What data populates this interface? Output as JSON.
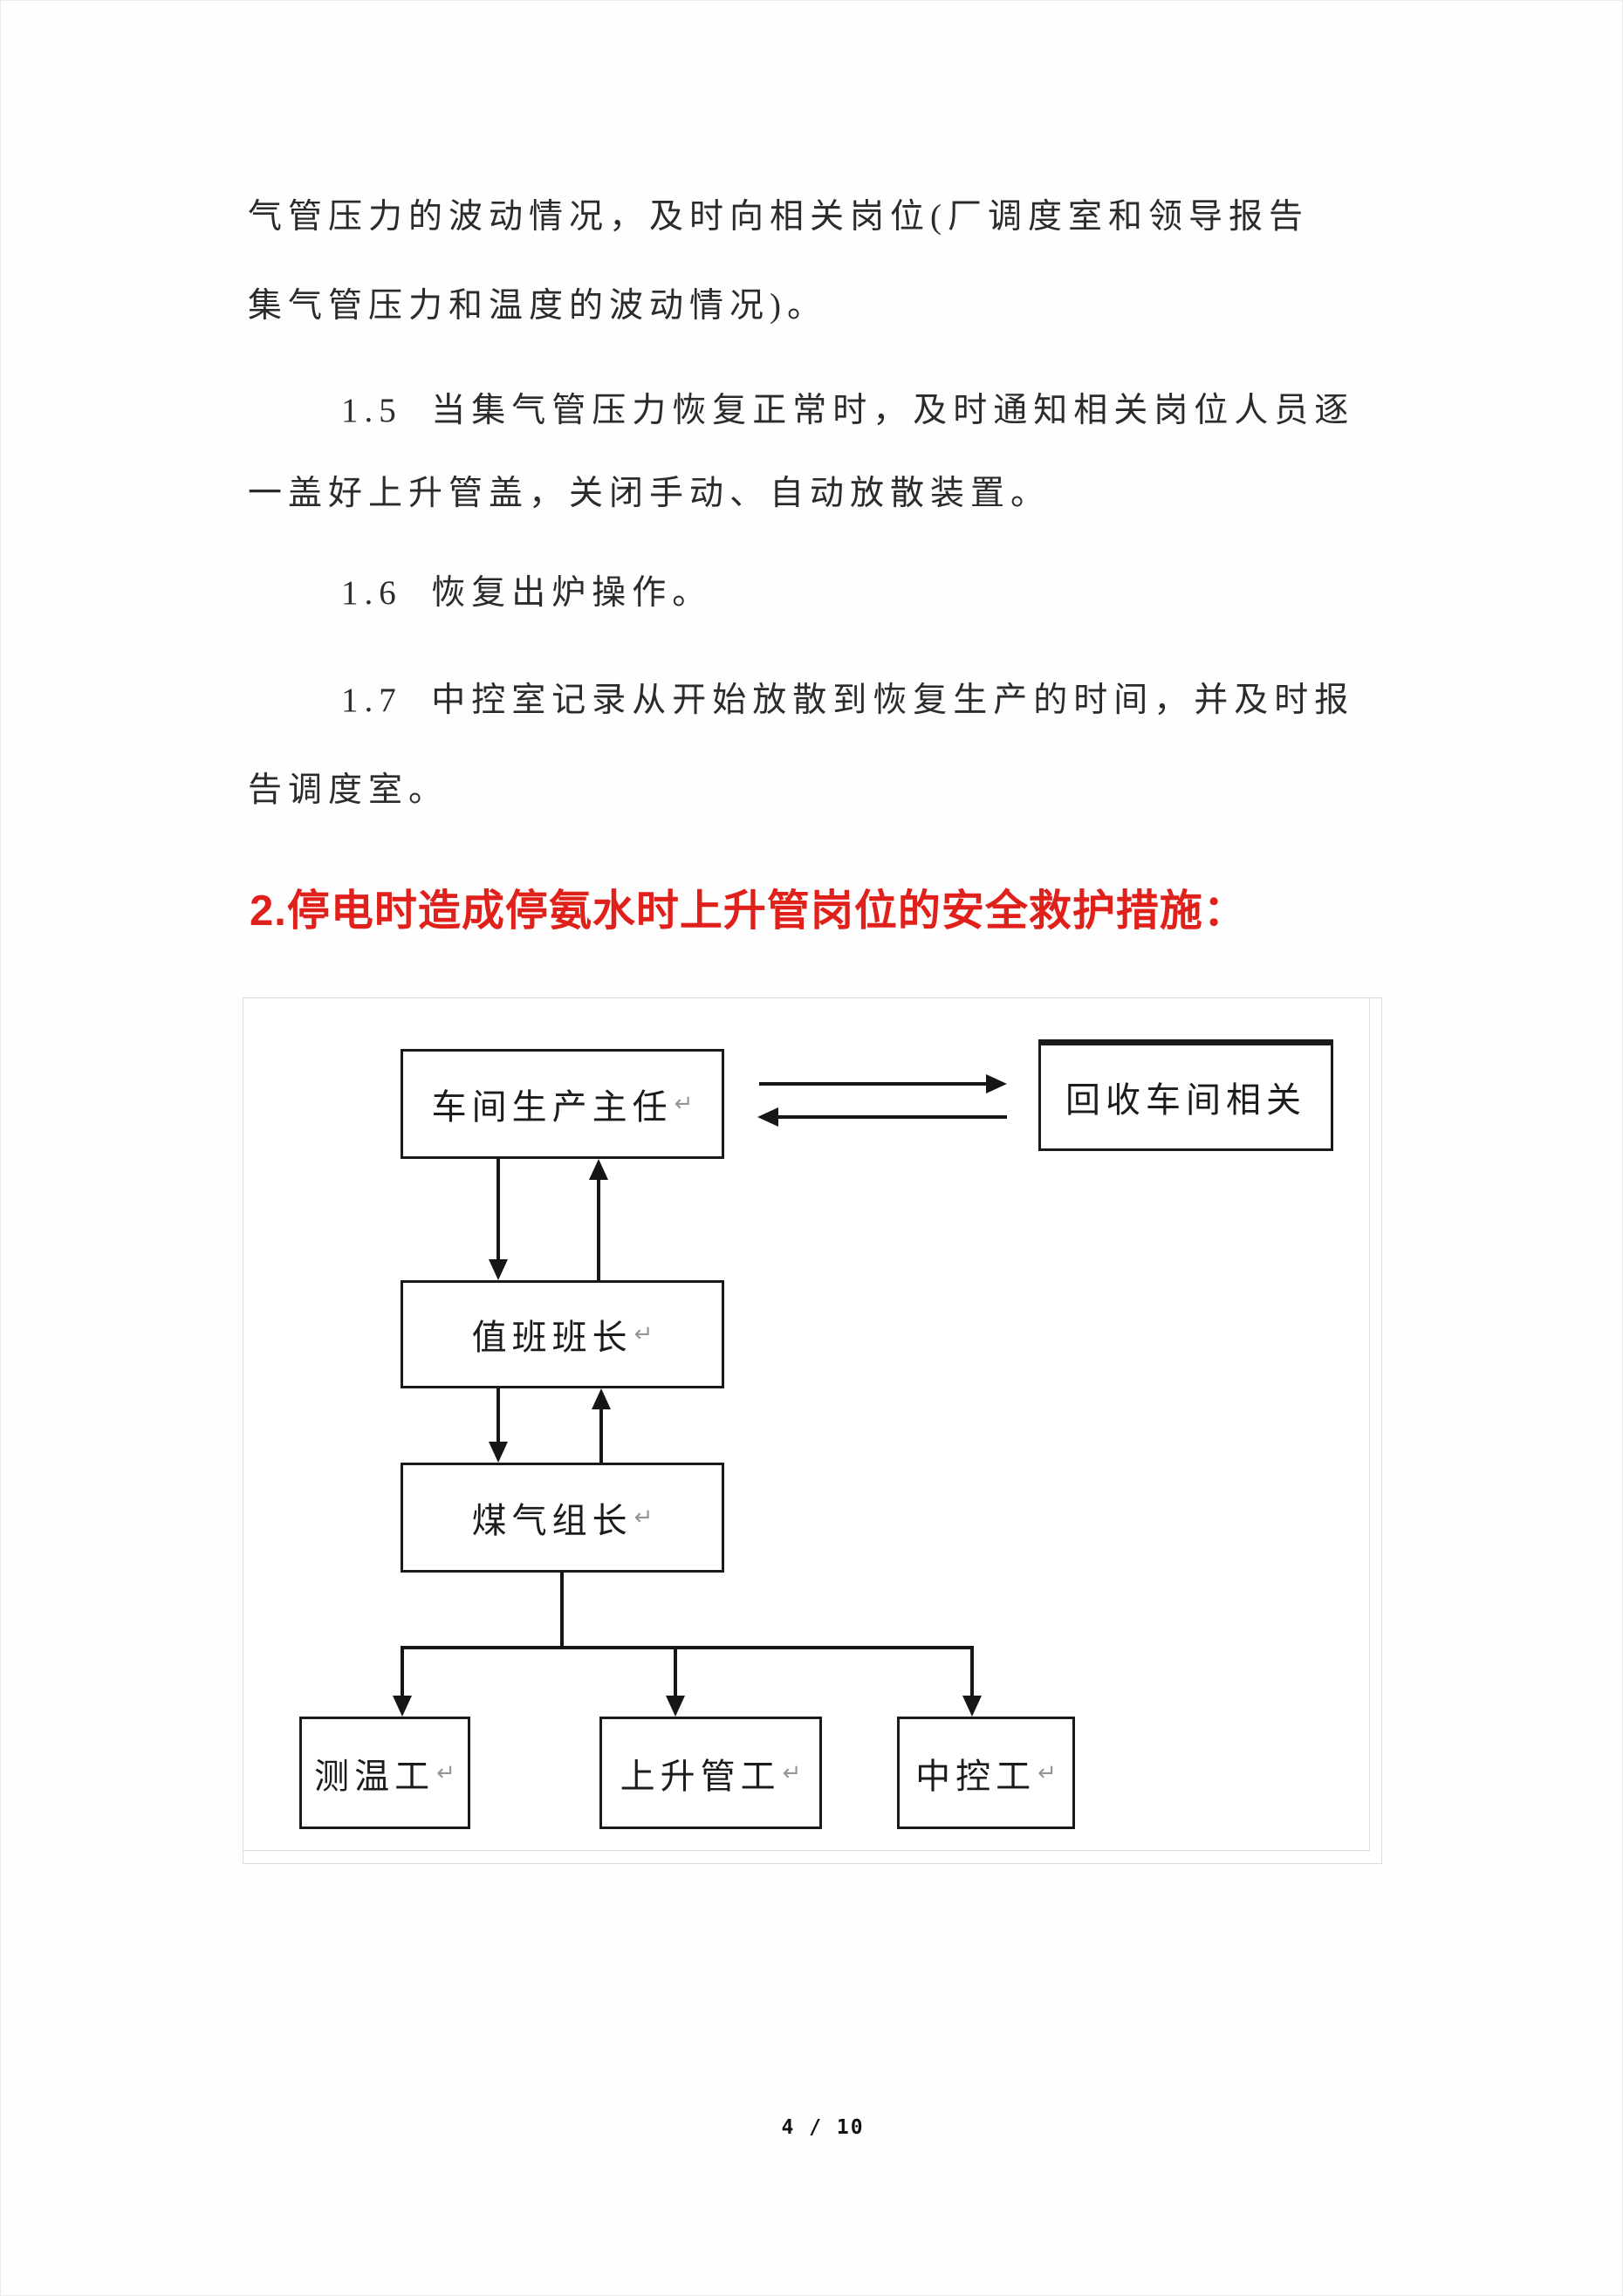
{
  "document": {
    "body_lines": [
      "气管压力的波动情况，及时向相关岗位(厂调度室和领导报告",
      "集气管压力和温度的波动情况)。",
      "1.5  当集气管压力恢复正常时，及时通知相关岗位人员逐",
      "一盖好上升管盖，关闭手动、自动放散装置。",
      "1.6  恢复出炉操作。",
      "1.7  中控室记录从开始放散到恢复生产的时间，并及时报",
      "告调度室。"
    ],
    "heading": {
      "text": "2.停电时造成停氨水时上升管岗位的安全救护措施：",
      "color": "#e0201a"
    },
    "page_number": "4 / 10"
  },
  "diagram": {
    "nodes": {
      "director": {
        "label": "车间生产主任",
        "pilcrow": "↵"
      },
      "recycle": {
        "label": "回收车间相关"
      },
      "shift_leader": {
        "label": "值班班长",
        "pilcrow": "↵"
      },
      "gas_leader": {
        "label": "煤气组长",
        "pilcrow": "↵"
      },
      "temp_worker": {
        "label": "测温工",
        "pilcrow": "↵"
      },
      "riser_worker": {
        "label": "上升管工",
        "pilcrow": "↵"
      },
      "central_worker": {
        "label": "中控工",
        "pilcrow": "↵"
      }
    },
    "colors": {
      "line": "#161616",
      "frame_border": "#dcdcdc",
      "accent_red": "#e0201a"
    }
  }
}
